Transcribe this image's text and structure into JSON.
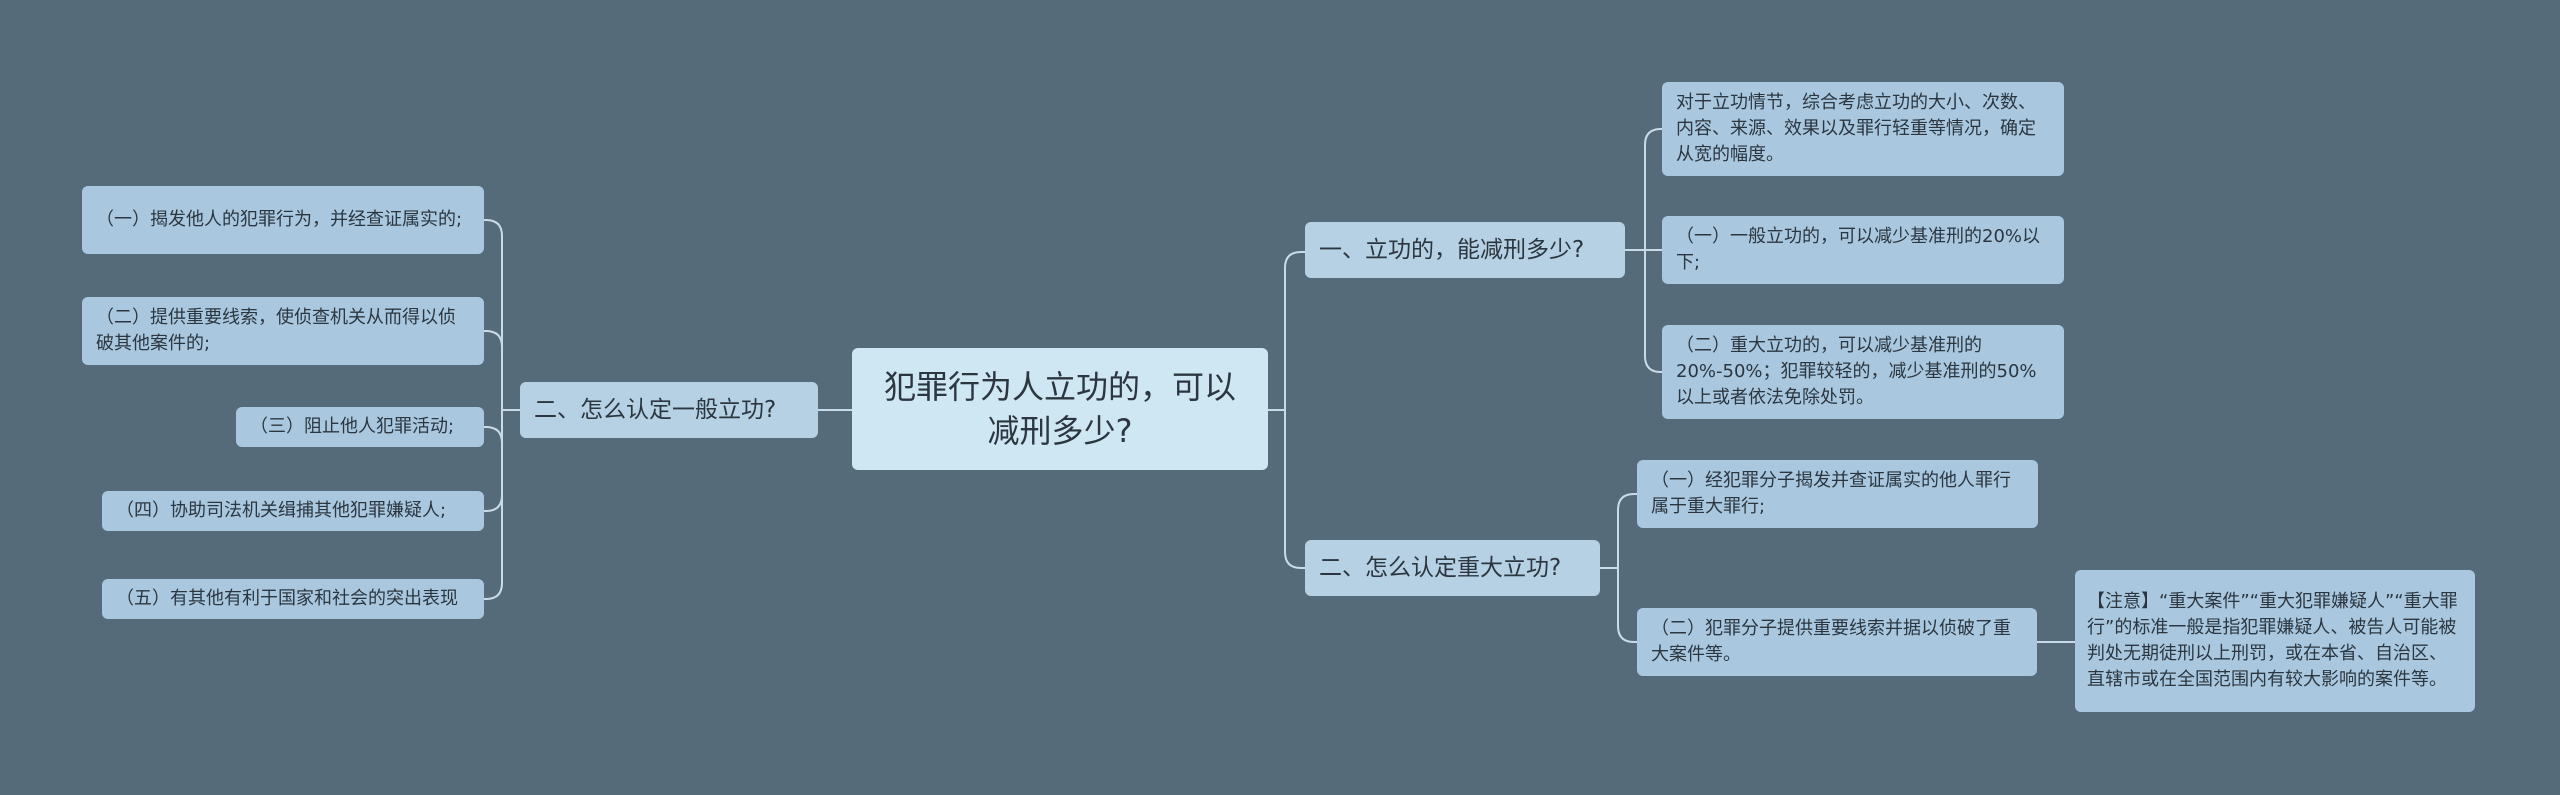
{
  "root": {
    "label": "犯罪行为人立功的，可以减刑多少?"
  },
  "branches": {
    "r1": {
      "label": "一、立功的，能减刑多少?"
    },
    "r2": {
      "label": "二、怎么认定重大立功?"
    },
    "l1": {
      "label": "二、怎么认定一般立功?"
    }
  },
  "leaves": {
    "r1a": "对于立功情节，综合考虑立功的大小、次数、内容、来源、效果以及罪行轻重等情况，确定从宽的幅度。",
    "r1b": "（一）一般立功的，可以减少基准刑的20%以下;",
    "r1c": "（二）重大立功的，可以减少基准刑的20%-50%；犯罪较轻的，减少基准刑的50%以上或者依法免除处罚。",
    "r2a": "（一）经犯罪分子揭发并查证属实的他人罪行属于重大罪行;",
    "r2b": "（二）犯罪分子提供重要线索并据以侦破了重大案件等。",
    "r2b_note": "【注意】“重大案件”“重大犯罪嫌疑人”“重大罪行”的标准一般是指犯罪嫌疑人、被告人可能被判处无期徒刑以上刑罚，或在本省、自治区、直辖市或在全国范围内有较大影响的案件等。",
    "l1a": "（一）揭发他人的犯罪行为，并经查证属实的;",
    "l1b": "（二）提供重要线索，使侦查机关从而得以侦破其他案件的;",
    "l1c": "（三）阻止他人犯罪活动;",
    "l1d": "（四）协助司法机关缉捕其他犯罪嫌疑人;",
    "l1e": "（五）有其他有利于国家和社会的突出表现"
  },
  "colors": {
    "background": "#566b7a",
    "root_fill": "#cfe6f3",
    "branch_fill": "#b6d1e4",
    "leaf_fill": "#a9c8df",
    "connector": "#c9dbe7"
  }
}
